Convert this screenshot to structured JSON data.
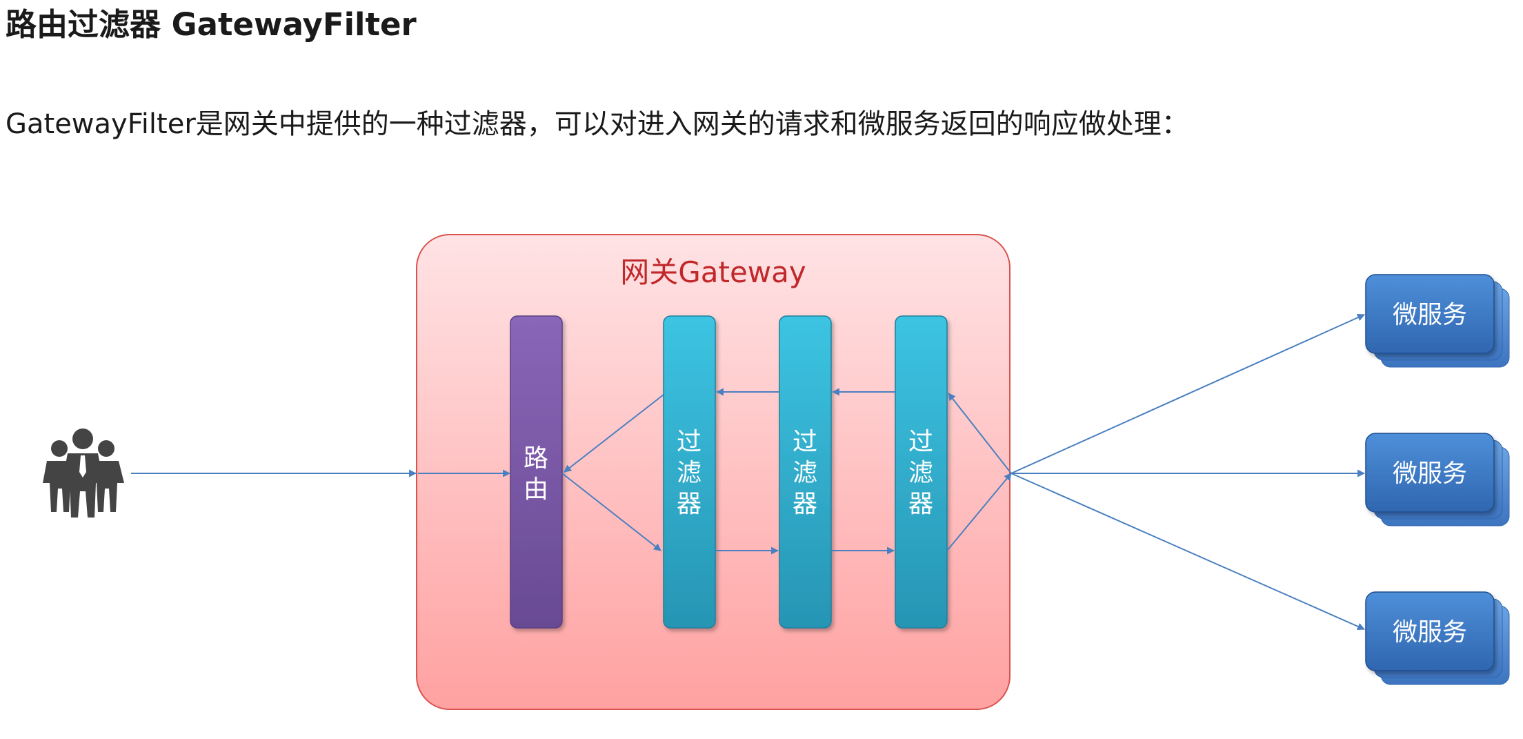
{
  "page": {
    "title": "路由过滤器 GatewayFilter",
    "intro": "GatewayFilter是网关中提供的一种过滤器，可以对进入网关的请求和微服务返回的响应做处理："
  },
  "diagram": {
    "gateway_label": "网关Gateway",
    "router": {
      "chars": [
        "路",
        "由"
      ]
    },
    "filters": [
      {
        "chars": [
          "过",
          "滤",
          "器"
        ]
      },
      {
        "chars": [
          "过",
          "滤",
          "器"
        ]
      },
      {
        "chars": [
          "过",
          "滤",
          "器"
        ]
      }
    ],
    "services": [
      {
        "label": "微服务"
      },
      {
        "label": "微服务"
      },
      {
        "label": "微服务"
      }
    ],
    "colors": {
      "gateway_border": "#d9534f",
      "gateway_fill_top": "#ffe1e3",
      "gateway_fill_bottom": "#ffa3a3",
      "gateway_label": "#c0282b",
      "router": "#7a57a8",
      "filter": "#2fb6d6",
      "service": "#3a78c6",
      "arrow": "#4a7fc0",
      "users_icon": "#444444"
    },
    "icons": {
      "client": "users-group-icon"
    }
  }
}
